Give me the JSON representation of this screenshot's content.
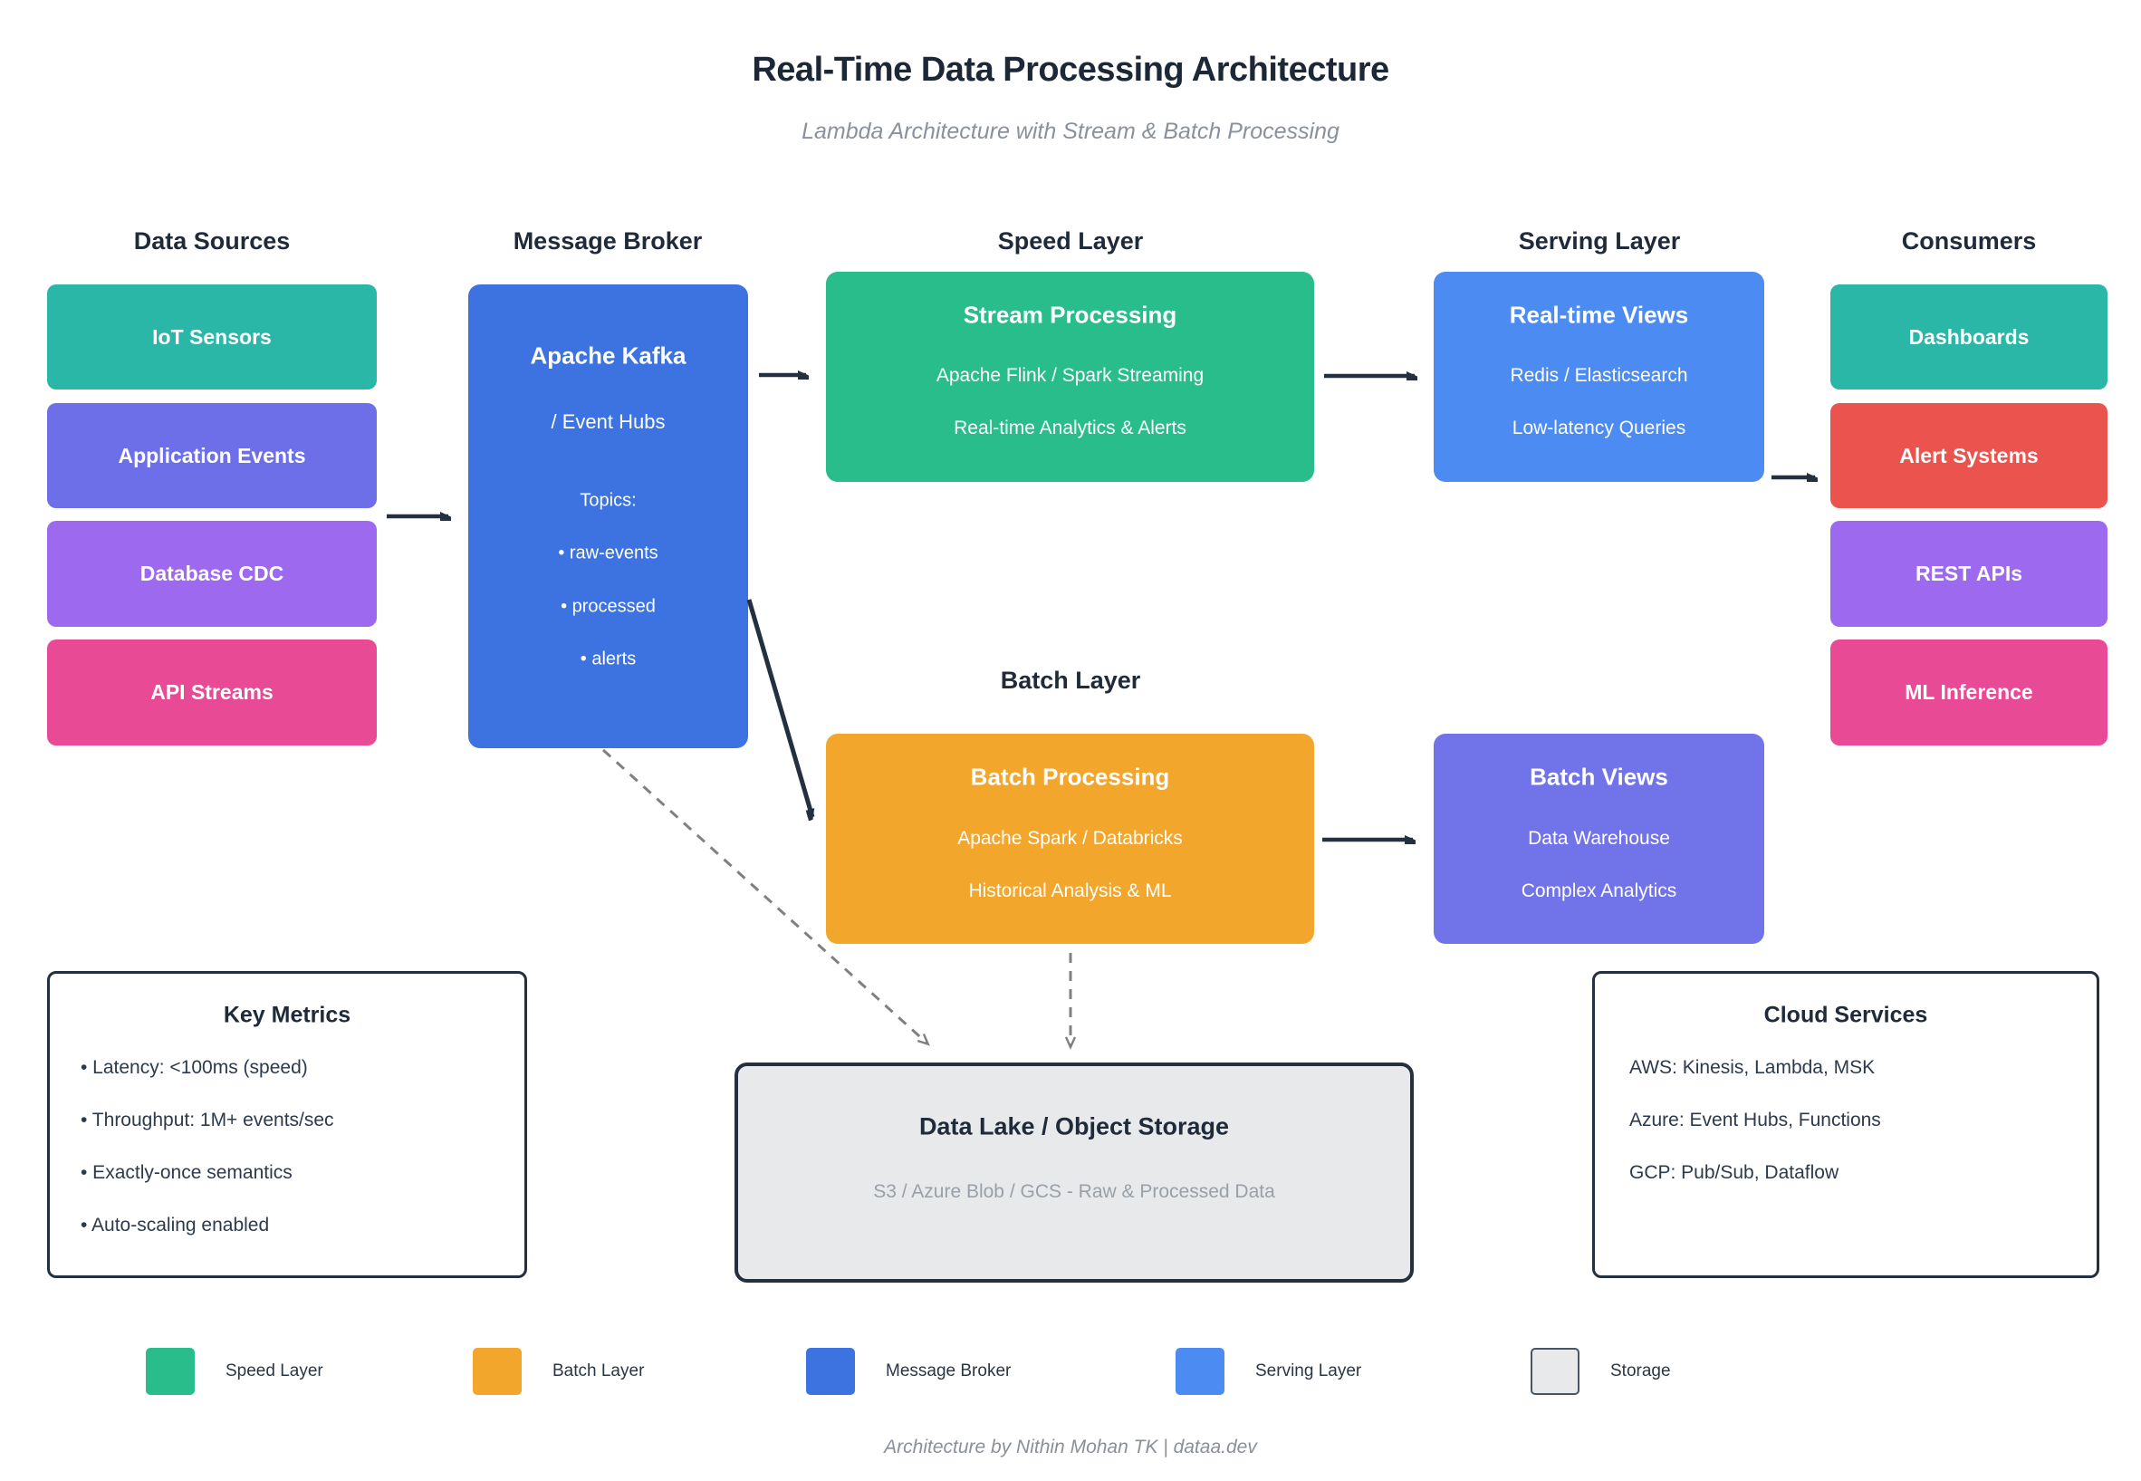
{
  "title": "Real-Time Data Processing Architecture",
  "subtitle": "Lambda Architecture with Stream & Batch Processing",
  "colors": {
    "teal": "#2ab7a8",
    "green": "#2abd8c",
    "indigo": "#6d6fe8",
    "purple": "#9d69ef",
    "pink": "#e94a95",
    "red": "#ea534e",
    "kafka_blue": "#3c73e1",
    "serving_blue": "#4b8bf2",
    "orange": "#f2a62b",
    "views_indigo": "#7173e9",
    "storage_fill": "#e7e9eb",
    "dark": "#243040"
  },
  "headers": {
    "data_sources": "Data Sources",
    "message_broker": "Message Broker",
    "speed_layer": "Speed Layer",
    "serving_layer": "Serving Layer",
    "consumers": "Consumers",
    "batch_layer": "Batch Layer"
  },
  "data_sources": {
    "items": [
      {
        "label": "IoT Sensors",
        "color": "teal"
      },
      {
        "label": "Application Events",
        "color": "indigo"
      },
      {
        "label": "Database CDC",
        "color": "purple"
      },
      {
        "label": "API Streams",
        "color": "pink"
      }
    ]
  },
  "consumers": {
    "items": [
      {
        "label": "Dashboards",
        "color": "teal"
      },
      {
        "label": "Alert Systems",
        "color": "red"
      },
      {
        "label": "REST APIs",
        "color": "purple"
      },
      {
        "label": "ML Inference",
        "color": "pink"
      }
    ]
  },
  "kafka": {
    "title": "Apache Kafka",
    "subtitle": "/ Event Hubs",
    "topics_label": "Topics:",
    "topics": [
      "• raw-events",
      "• processed",
      "• alerts"
    ]
  },
  "stream": {
    "title": "Stream Processing",
    "lines": [
      "Apache Flink / Spark Streaming",
      "Real-time Analytics & Alerts"
    ]
  },
  "serving": {
    "title": "Real-time Views",
    "lines": [
      "Redis / Elasticsearch",
      "Low-latency Queries"
    ]
  },
  "batch": {
    "title": "Batch Processing",
    "lines": [
      "Apache Spark / Databricks",
      "Historical Analysis & ML"
    ]
  },
  "batch_views": {
    "title": "Batch Views",
    "lines": [
      "Data Warehouse",
      "Complex Analytics"
    ]
  },
  "key_metrics": {
    "title": "Key Metrics",
    "bullets": [
      "• Latency: <100ms (speed)",
      "• Throughput: 1M+ events/sec",
      "• Exactly-once semantics",
      "• Auto-scaling enabled"
    ]
  },
  "cloud_services": {
    "title": "Cloud Services",
    "lines": [
      "AWS: Kinesis, Lambda, MSK",
      "Azure: Event Hubs, Functions",
      "GCP: Pub/Sub, Dataflow"
    ]
  },
  "data_lake": {
    "title": "Data Lake / Object Storage",
    "subtitle": "S3 / Azure Blob / GCS - Raw & Processed Data"
  },
  "legend": {
    "items": [
      {
        "label": "Speed Layer",
        "color": "green"
      },
      {
        "label": "Batch Layer",
        "color": "orange"
      },
      {
        "label": "Message Broker",
        "color": "kafka_blue"
      },
      {
        "label": "Serving Layer",
        "color": "serving_blue"
      },
      {
        "label": "Storage",
        "color": "storage_fill"
      }
    ]
  },
  "footer": "Architecture by Nithin Mohan TK | dataa.dev"
}
